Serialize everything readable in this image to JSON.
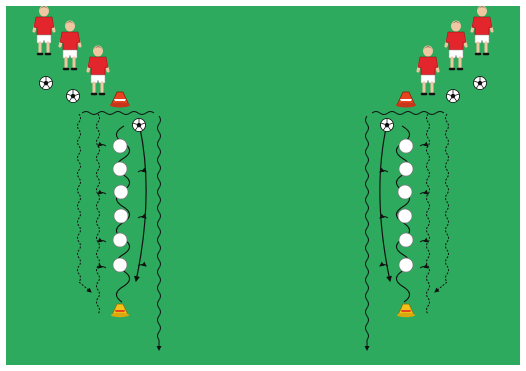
{
  "diagram": {
    "type": "soccer-dribbling-drill",
    "colors": {
      "pitch": "#2daa5d",
      "border": "#ffffff",
      "jersey": "#e3262b",
      "shorts": "#ffffff",
      "skin": "#f1c7a1",
      "hair": "#1a1a1a",
      "cone_orange": "#e8431f",
      "cone_yellow": "#f2c21b",
      "marker_disc": "#ffffff",
      "path_line": "#111111"
    },
    "drills": [
      {
        "side": "left",
        "players": 3,
        "balls": 3,
        "start_cone": "red",
        "end_cone": "yellow",
        "markers": 6,
        "exit_arrows": 2
      },
      {
        "side": "right",
        "players": 3,
        "balls": 3,
        "start_cone": "red",
        "end_cone": "yellow",
        "markers": 6,
        "exit_arrows": 2
      }
    ]
  }
}
